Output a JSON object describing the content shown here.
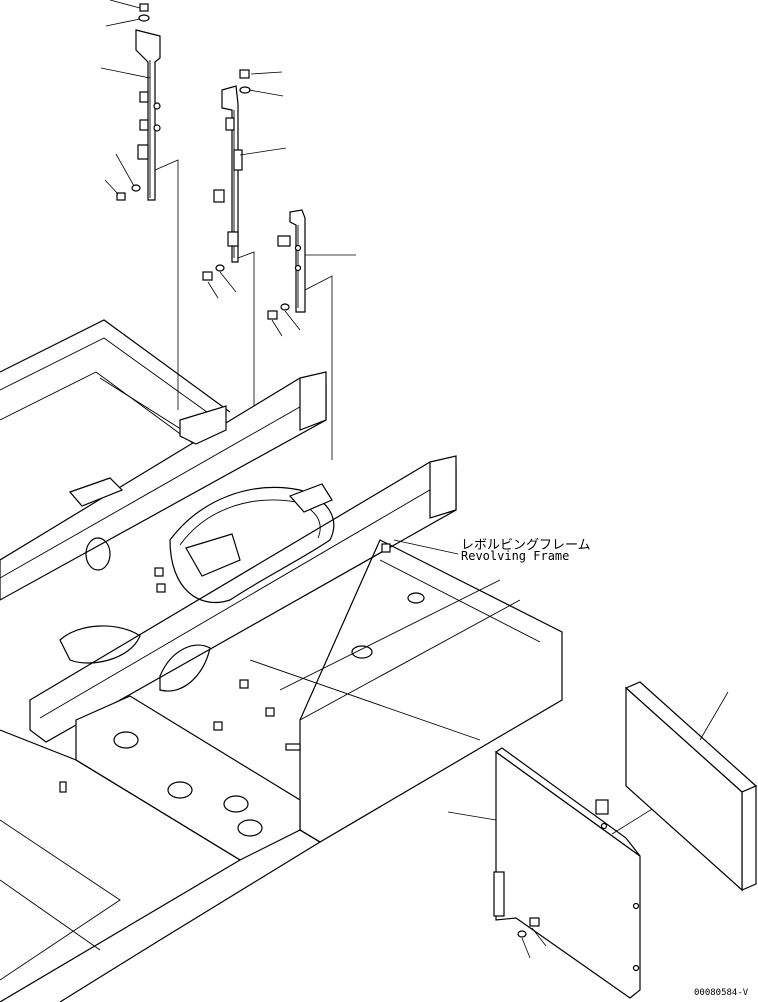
{
  "diagram": {
    "frame_label_jp": "レボルビングフレーム",
    "frame_label_en": "Revolving Frame",
    "drawing_code": "00080584-V"
  }
}
